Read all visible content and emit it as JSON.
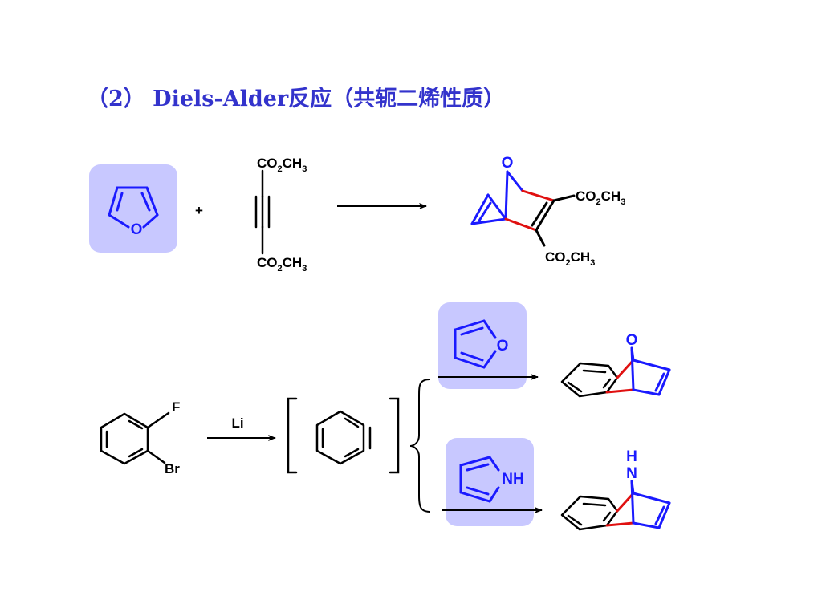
{
  "title": "（2） Diels-Alder反应（共轭二烯性质）",
  "colors": {
    "title": "#3333cc",
    "blue_bond": "#1a1aff",
    "red_bond": "#e01010",
    "highlight": "#c8c8ff",
    "black": "#000000"
  },
  "reaction1": {
    "plus": "+",
    "diene_heteroatom": "O",
    "dienophile_top": {
      "a": "CO",
      "b": "2",
      "c": "CH",
      "d": "3"
    },
    "dienophile_bottom": {
      "a": "CO",
      "b": "2",
      "c": "CH",
      "d": "3"
    },
    "product_bridge": "O",
    "product_ester_right": {
      "a": "CO",
      "b": "2",
      "c": "CH",
      "d": "3"
    },
    "product_ester_bottom": {
      "a": "CO",
      "b": "2",
      "c": "CH",
      "d": "3"
    }
  },
  "reaction2": {
    "substituent_top": "F",
    "substituent_bottom": "Br",
    "reagent": "Li",
    "diene_a_heteroatom": "O",
    "diene_b_heteroatom": "NH",
    "product_a_bridge": "O",
    "product_b_bridge_h": "H",
    "product_b_bridge_n": "N"
  }
}
